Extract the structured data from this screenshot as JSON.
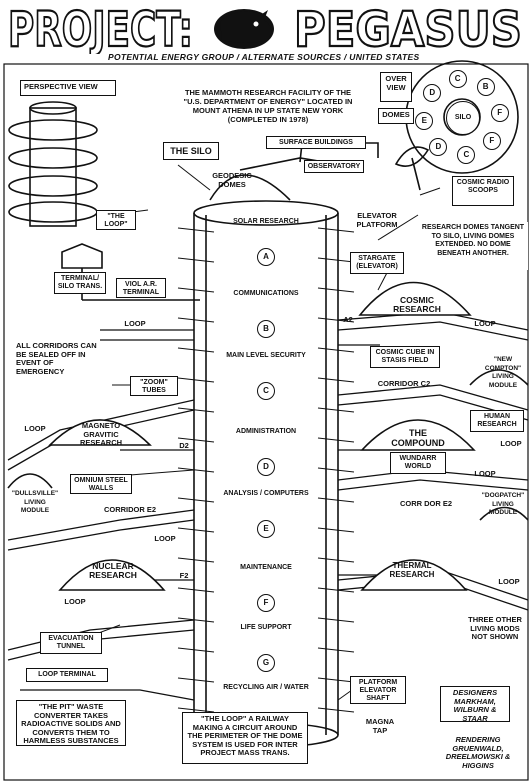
{
  "header": {
    "title_left": "PROJECT:",
    "title_right": "PEGASUS",
    "subtitle": "POTENTIAL ENERGY GROUP / ALTERNATE SOURCES / UNITED STATES"
  },
  "boxes": {
    "perspective": "PERSPECTIVE VIEW",
    "overview": "OVER VIEW",
    "domes": "DOMES",
    "the_silo": "THE SILO",
    "surface_buildings": "SURFACE BUILDINGS",
    "observatory": "OBSERVATORY",
    "the_loop_small": "\"THE LOOP\"",
    "terminal_silo_trans": "TERMINAL/ SILO TRANS.",
    "viol_ar_terminal": "VIOL A.R. TERMINAL",
    "zoom_tubes": "\"ZOOM\" TUBES",
    "omnium_walls": "OMNIUM STEEL WALLS",
    "evacuation": "EVACUATION TUNNEL",
    "loop_terminal": "LOOP TERMINAL",
    "platform_elevator": "PLATFORM ELEVATOR SHAFT",
    "cosmic_radio": "COSMIC RADIO SCOOPS",
    "research_domes_note": "RESEARCH DOMES TANGENT TO SILO, LIVING DOMES EXTENDED. NO DOME BENEATH ANOTHER.",
    "elevator_platform": "ELEVATOR PLATFORM",
    "stargate": "STARGATE (ELEVATOR)",
    "cosmic_cube": "COSMIC CUBE IN STASIS FIELD",
    "human_research": "HUMAN RESEARCH",
    "wundarr_world": "WUNDARR WORLD",
    "three_other": "THREE OTHER LIVING MODS NOT SHOWN",
    "magna_tap": "MAGNA TAP",
    "designers": "DESIGNERS MARKHAM, WILBURN & STAAR",
    "rendering": "RENDERING GRUENWALD, DREELMOWSKI & HIGGINS"
  },
  "notes": {
    "facility": "THE MAMMOTH RESEARCH FACILITY OF THE \"U.S. DEPARTMENT OF ENERGY\" LOCATED IN MOUNT ATHENA IN UP STATE NEW YORK (COMPLETED IN 1978)",
    "corridors": "ALL CORRIDORS CAN BE SEALED OFF IN EVENT OF EMERGENCY",
    "pit": "\"THE PIT\" WASTE CONVERTER TAKES RADIOACTIVE SOLIDS AND CONVERTS THEM TO HARMLESS SUBSTANCES",
    "loop_desc": "\"THE LOOP\" A RAILWAY MAKING A CIRCUIT AROUND THE PERIMETER OF THE DOME SYSTEM IS USED FOR INTER PROJECT MASS TRANS."
  },
  "silo_levels": [
    {
      "label": "SOLAR RESEARCH",
      "letter": "A"
    },
    {
      "label": "COMMUNICATIONS",
      "letter": "B"
    },
    {
      "label": "MAIN LEVEL SECURITY",
      "letter": "C"
    },
    {
      "label": "ADMINISTRATION",
      "letter": "D"
    },
    {
      "label": "ANALYSIS / COMPUTERS",
      "letter": "E"
    },
    {
      "label": "MAINTENANCE",
      "letter": "F"
    },
    {
      "label": "LIFE SUPPORT",
      "letter": "G"
    },
    {
      "label": "RECYCLING AIR / WATER",
      "letter": ""
    }
  ],
  "domes": {
    "geodesic": "GEODESIC DOMES",
    "cosmic_research": "COSMIC RESEARCH",
    "magneto_gravitic": "MAGNETO GRAVITIC RESEARCH",
    "the_compound": "THE COMPOUND",
    "nuclear": "NUCLEAR RESEARCH",
    "thermal": "THERMAL RESEARCH",
    "new_compton": "\"NEW COMPTON\" LIVING MODULE",
    "dullsville": "\"DULLSVILLE\" LIVING MODULE",
    "dogpatch": "\"DOGPATCH\" LIVING MODULE"
  },
  "corridors": {
    "loop1": "LOOP",
    "loop2": "LOOP",
    "loop3": "LOOP",
    "loop4": "LOOP",
    "loop5": "LOOP",
    "loop6": "LOOP",
    "loop7": "LOOP",
    "loop8": "LOOP",
    "c2": "CORRIDOR C2",
    "e2": "CORRIDOR E2",
    "e2r": "CORR DOR E2",
    "tag_a2": "A2",
    "tag_d2": "D2",
    "tag_f2": "F2"
  },
  "overview_letters": [
    "D",
    "C",
    "B",
    "F",
    "F",
    "C",
    "D",
    "E"
  ],
  "overview_center": "SILO"
}
